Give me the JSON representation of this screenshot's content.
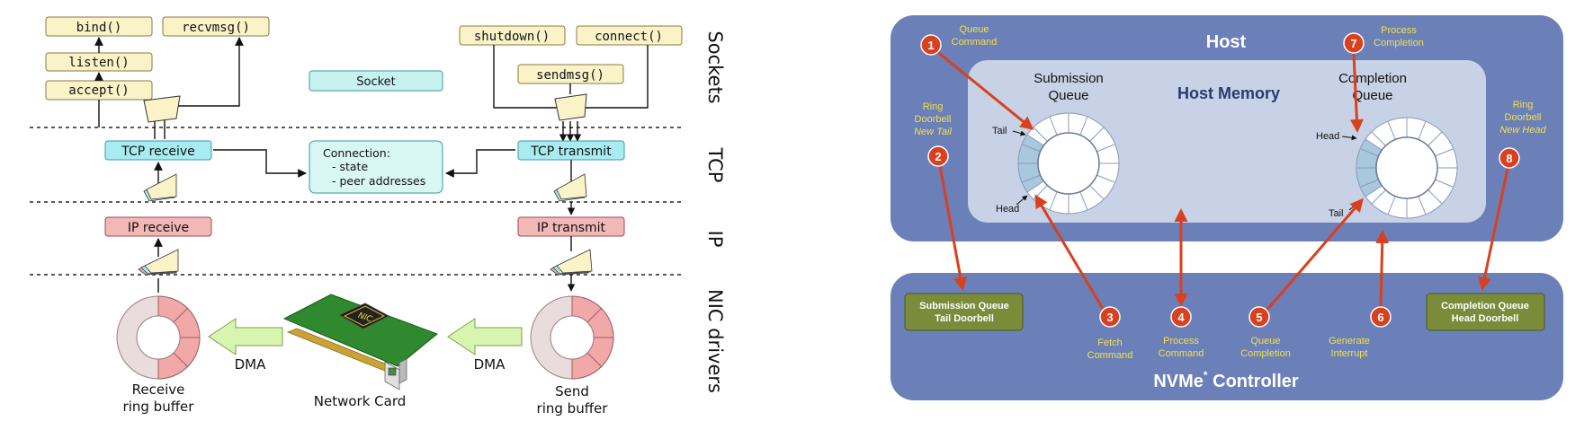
{
  "left": {
    "functions": {
      "bind": "bind()",
      "recvmsg": "recvmsg()",
      "listen": "listen()",
      "accept": "accept()",
      "shutdown": "shutdown()",
      "connect": "connect()",
      "sendmsg": "sendmsg()"
    },
    "socket": "Socket",
    "layers": {
      "sockets": "Sockets",
      "tcp": "TCP",
      "ip": "IP",
      "nic": "NIC drivers"
    },
    "tcp_receive": "TCP receive",
    "tcp_transmit": "TCP transmit",
    "connection": [
      "Connection:",
      "- state",
      "- peer addresses"
    ],
    "ip_receive": "IP receive",
    "ip_transmit": "IP transmit",
    "dma": "DMA",
    "nic_chip": "NIC",
    "receive_buffer": [
      "Receive",
      "ring buffer"
    ],
    "network_card": "Network Card",
    "send_buffer": [
      "Send",
      "ring buffer"
    ]
  },
  "right": {
    "host": "Host",
    "host_memory": "Host Memory",
    "submission_queue": [
      "Submission",
      "Queue"
    ],
    "completion_queue": [
      "Completion",
      "Queue"
    ],
    "tail": "Tail",
    "head": "Head",
    "step1": {
      "num": "1",
      "text": [
        "Queue",
        "Command"
      ]
    },
    "step2": {
      "num": "2",
      "text": [
        "Ring",
        "Doorbell",
        "New Tail"
      ]
    },
    "step3": {
      "num": "3",
      "text": [
        "Fetch",
        "Command"
      ]
    },
    "step4": {
      "num": "4",
      "text": [
        "Process",
        "Command"
      ]
    },
    "step5": {
      "num": "5",
      "text": [
        "Queue",
        "Completion"
      ]
    },
    "step6": {
      "num": "6",
      "text": [
        "Generate",
        "Interrupt"
      ]
    },
    "step7": {
      "num": "7",
      "text": [
        "Process",
        "Completion"
      ]
    },
    "step8": {
      "num": "8",
      "text": [
        "Ring",
        "Doorbell",
        "New Head"
      ]
    },
    "sq_doorbell": [
      "Submission Queue",
      "Tail Doorbell"
    ],
    "cq_doorbell": [
      "Completion Queue",
      "Head Doorbell"
    ],
    "controller": "NVMe",
    "controller_star": "*",
    "controller_suffix": " Controller",
    "colors": {
      "panel": "#6b7fb9",
      "memory": "#c8d2e6",
      "step": "#d9401e",
      "doorbell": "#7a8c3a",
      "label": "#f2e14a"
    }
  }
}
